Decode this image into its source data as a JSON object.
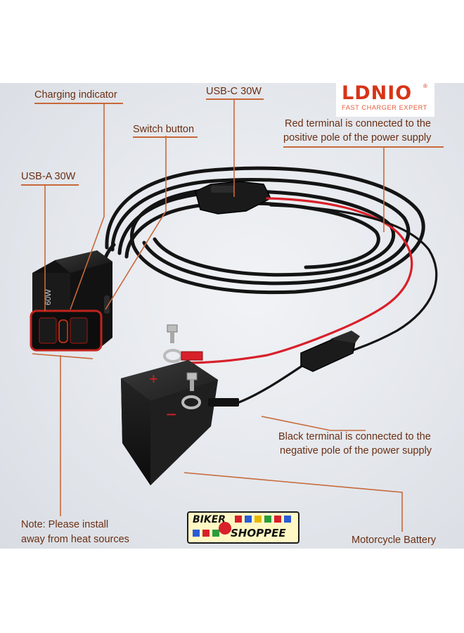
{
  "brand": {
    "name": "LDNIO",
    "tagline": "FAST CHARGER EXPERT",
    "registered_mark": "®",
    "color": "#d83418"
  },
  "labels": {
    "charging_indicator": "Charging indicator",
    "usb_c": "USB-C 30W",
    "switch_button": "Switch button",
    "usb_a": "USB-A 30W",
    "red_terminal_line1": "Red terminal is connected to the",
    "red_terminal_line2": "positive pole of the power supply",
    "black_terminal_line1": "Black terminal is connected to the",
    "black_terminal_line2": "negative pole of the power supply",
    "note_line1": "Note: Please install",
    "note_line2": "away from heat sources",
    "battery": "Motorcycle Battery"
  },
  "device_text": "60W",
  "battery_marks": {
    "positive": "+",
    "negative": "−"
  },
  "watermark": {
    "line1": "BIKER",
    "line2": "SHOPPEE"
  },
  "colors": {
    "leader_line": "#c8693a",
    "label_text": "#6a2f14",
    "cable": "#141414",
    "red_wire": "#d8202a"
  }
}
